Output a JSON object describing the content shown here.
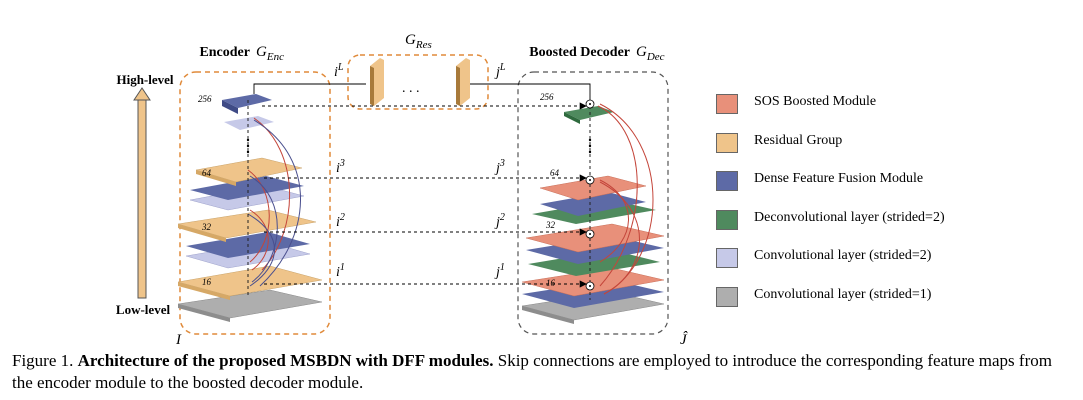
{
  "encoder": {
    "title": "Encoder",
    "symbol": "G",
    "subscript": "Enc",
    "channel_labels": [
      "256",
      "64",
      "32",
      "16"
    ],
    "input_label": "I"
  },
  "residual": {
    "symbol": "G",
    "subscript": "Res",
    "dots": ". . ."
  },
  "decoder": {
    "title": "Boosted Decoder",
    "symbol": "G",
    "subscript": "Dec",
    "channel_labels": [
      "256",
      "64",
      "32",
      "16"
    ],
    "output_label": "Ĵ"
  },
  "levels": {
    "high": "High-level",
    "low": "Low-level"
  },
  "skip_labels": {
    "left": [
      {
        "base": "i",
        "sup": "L"
      },
      {
        "base": "i",
        "sup": "3"
      },
      {
        "base": "i",
        "sup": "2"
      },
      {
        "base": "i",
        "sup": "1"
      }
    ],
    "right": [
      {
        "base": "j",
        "sup": "L"
      },
      {
        "base": "j",
        "sup": "3"
      },
      {
        "base": "j",
        "sup": "2"
      },
      {
        "base": "j",
        "sup": "1"
      }
    ]
  },
  "legend": [
    {
      "label": "SOS Boosted Module",
      "color": "#e8907a",
      "icon": "sos-swatch"
    },
    {
      "label": "Residual Group",
      "color": "#efc48a",
      "icon": "residual-swatch"
    },
    {
      "label": "Dense Feature Fusion Module",
      "color": "#5d6aa6",
      "icon": "dff-swatch"
    },
    {
      "label": "Deconvolutional layer (strided=2)",
      "color": "#4f8a5e",
      "icon": "deconv-swatch"
    },
    {
      "label": "Convolutional layer (strided=2)",
      "color": "#c6c9e8",
      "icon": "conv-s2-swatch"
    },
    {
      "label": "Convolutional layer (strided=1)",
      "color": "#aeaeae",
      "icon": "conv-s1-swatch"
    }
  ],
  "caption": {
    "prefix": "Figure 1. ",
    "bold": "Architecture of the proposed MSBDN with DFF modules.",
    "rest": " Skip connections are employed to introduce the corresponding feature maps from the encoder module to the boosted decoder module."
  }
}
